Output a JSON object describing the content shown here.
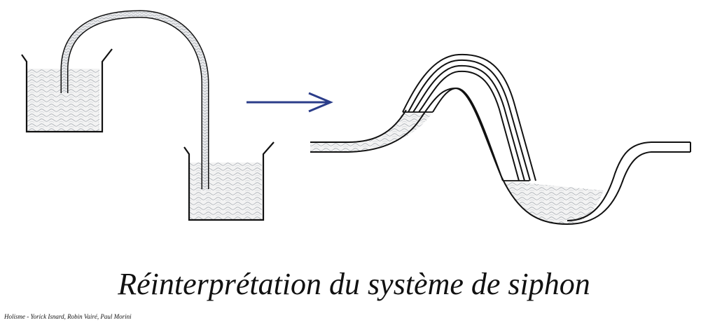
{
  "diagram": {
    "title": "Réinterprétation du système de siphon",
    "credits": "Holisme - Yorick Isnard, Robin Vairé, Paul Morini",
    "colors": {
      "stroke": "#111111",
      "water_line": "#9aa0a8",
      "water_fill": "#f3f3f3",
      "arrow": "#2b3d8a",
      "background": "#ffffff"
    },
    "elements": [
      "upper-beaker",
      "lower-beaker",
      "siphon-tube",
      "transformation-arrow",
      "landscape-siphon"
    ]
  }
}
